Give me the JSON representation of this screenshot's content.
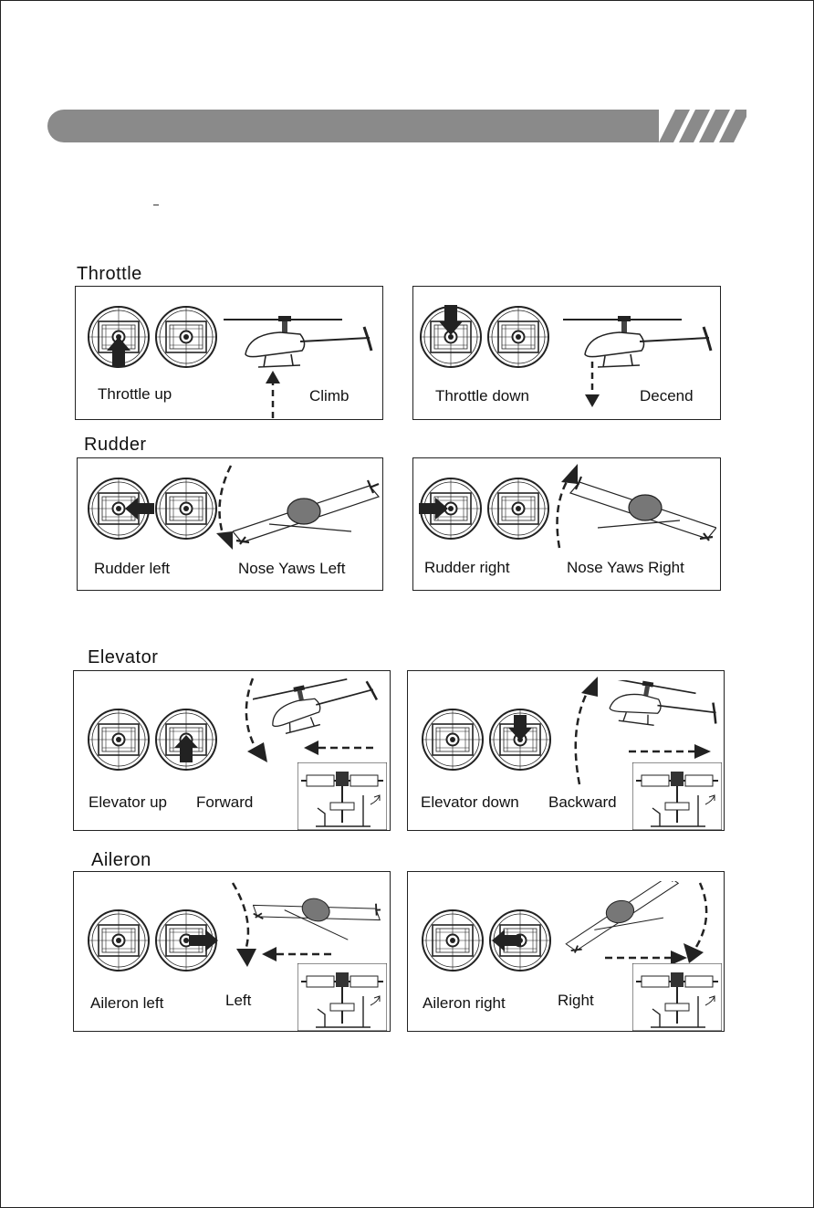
{
  "sections": {
    "throttle": "Throttle",
    "rudder": "Rudder",
    "elevator": "Elevator",
    "aileron": "Aileron"
  },
  "panels": {
    "throttle_up": {
      "stick": "Throttle up",
      "motion": "Climb"
    },
    "throttle_down": {
      "stick": "Throttle down",
      "motion": "Decend"
    },
    "rudder_left": {
      "stick": "Rudder left",
      "motion": "Nose Yaws Left"
    },
    "rudder_right": {
      "stick": "Rudder right",
      "motion": "Nose Yaws Right"
    },
    "elevator_up": {
      "stick": "Elevator up",
      "motion": "Forward"
    },
    "elevator_down": {
      "stick": "Elevator down",
      "motion": "Backward"
    },
    "aileron_left": {
      "stick": "Aileron left",
      "motion": "Left"
    },
    "aileron_right": {
      "stick": "Aileron right",
      "motion": "Right"
    }
  },
  "colors": {
    "header_bar": "#8a8a8a",
    "ink": "#111111"
  }
}
